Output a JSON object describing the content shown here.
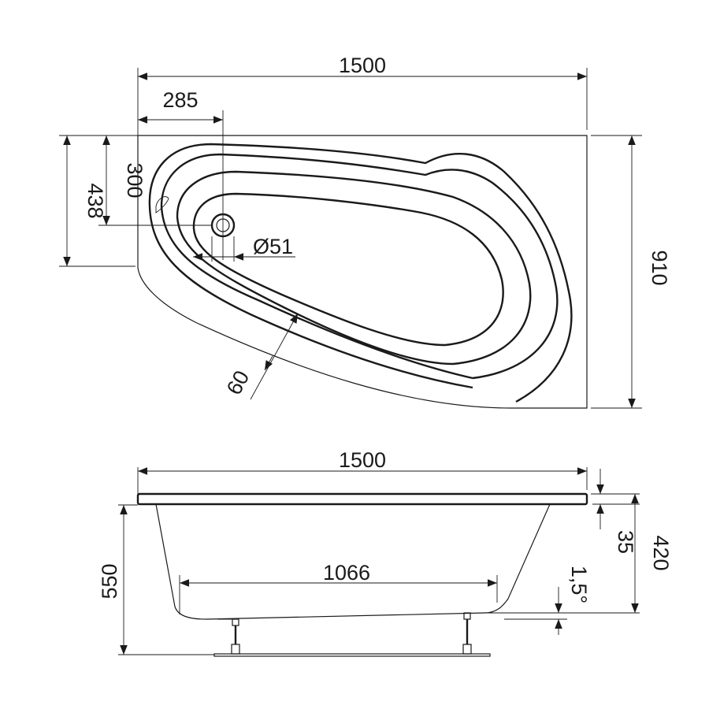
{
  "top_view": {
    "overall_length": "1500",
    "drain_offset_x": "285",
    "drain_offset_y": "300",
    "narrow_end_width": "438",
    "overall_width": "910",
    "drain_diameter": "Ø51",
    "rim_angle": "60"
  },
  "side_view": {
    "overall_length": "1500",
    "overall_height": "550",
    "rim_thickness": "35",
    "tub_height": "420",
    "bottom_length": "1066",
    "bottom_slope": "1,5°"
  }
}
